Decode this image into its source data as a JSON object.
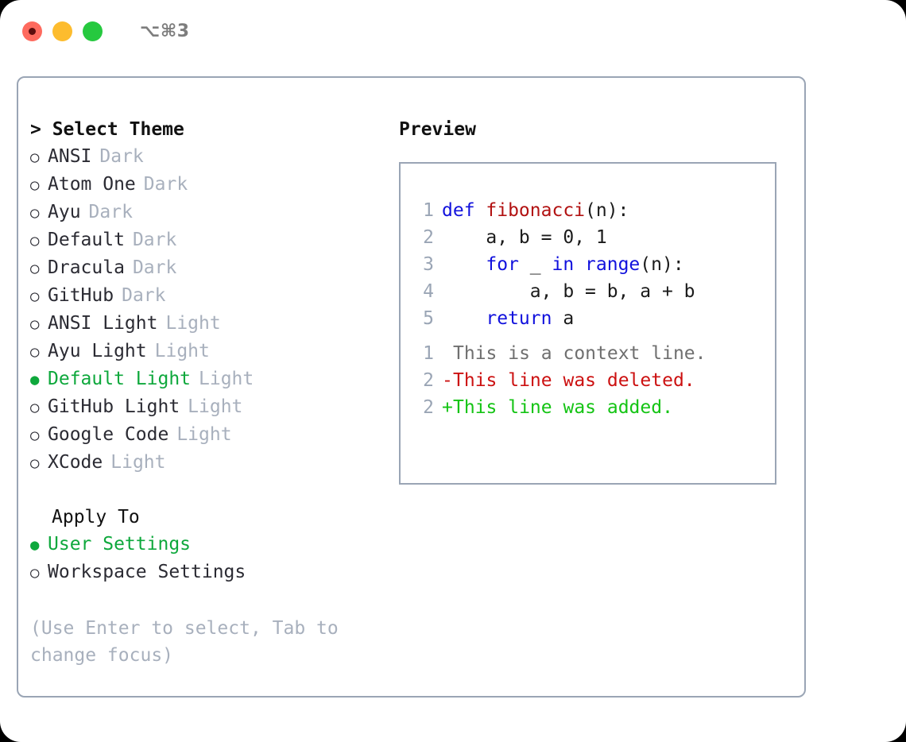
{
  "window": {
    "title": "⌥⌘3",
    "traffic_lights": [
      {
        "name": "close",
        "color": "#fe6a5e"
      },
      {
        "name": "minimize",
        "color": "#fdbc2e"
      },
      {
        "name": "zoom",
        "color": "#26c93f"
      }
    ]
  },
  "colors": {
    "accent_selected": "#0ea83c",
    "muted": "#a8b0bd",
    "border": "#9aa5b5",
    "text": "#2b2b33",
    "keyword": "#1111dd",
    "function": "#b21212",
    "diff_add": "#14c414",
    "diff_del": "#cc1111",
    "diff_context": "#6f6f6f"
  },
  "theme_picker": {
    "header": "> Select Theme",
    "selected_bullet": "●",
    "unselected_bullet": "○",
    "items": [
      {
        "label": "ANSI",
        "tag": "Dark",
        "selected": false
      },
      {
        "label": "Atom One",
        "tag": "Dark",
        "selected": false
      },
      {
        "label": "Ayu",
        "tag": "Dark",
        "selected": false
      },
      {
        "label": "Default",
        "tag": "Dark",
        "selected": false
      },
      {
        "label": "Dracula",
        "tag": "Dark",
        "selected": false
      },
      {
        "label": "GitHub",
        "tag": "Dark",
        "selected": false
      },
      {
        "label": "ANSI Light",
        "tag": "Light",
        "selected": false
      },
      {
        "label": "Ayu Light",
        "tag": "Light",
        "selected": false
      },
      {
        "label": "Default Light",
        "tag": "Light",
        "selected": true
      },
      {
        "label": "GitHub Light",
        "tag": "Light",
        "selected": false
      },
      {
        "label": "Google Code",
        "tag": "Light",
        "selected": false
      },
      {
        "label": "XCode",
        "tag": "Light",
        "selected": false
      }
    ]
  },
  "apply_to": {
    "header": "Apply To",
    "items": [
      {
        "label": "User Settings",
        "selected": true
      },
      {
        "label": "Workspace Settings",
        "selected": false
      }
    ]
  },
  "hint": "(Use Enter to select, Tab to change focus)",
  "preview": {
    "title": "Preview",
    "code_lines": [
      {
        "number": "1",
        "tokens": [
          {
            "text": "def ",
            "kind": "kw"
          },
          {
            "text": "fibonacci",
            "kind": "fn"
          },
          {
            "text": "(n):",
            "kind": "plain"
          }
        ]
      },
      {
        "number": "2",
        "tokens": [
          {
            "text": "    a, b = 0, 1",
            "kind": "plain"
          }
        ]
      },
      {
        "number": "3",
        "tokens": [
          {
            "text": "    ",
            "kind": "plain"
          },
          {
            "text": "for",
            "kind": "kw"
          },
          {
            "text": " _ ",
            "kind": "plain"
          },
          {
            "text": "in",
            "kind": "kw"
          },
          {
            "text": " ",
            "kind": "plain"
          },
          {
            "text": "range",
            "kind": "builtin"
          },
          {
            "text": "(n):",
            "kind": "plain"
          }
        ]
      },
      {
        "number": "4",
        "tokens": [
          {
            "text": "        a, b = b, a + b",
            "kind": "plain"
          }
        ]
      },
      {
        "number": "5",
        "tokens": [
          {
            "text": "    ",
            "kind": "plain"
          },
          {
            "text": "return",
            "kind": "kw"
          },
          {
            "text": " a",
            "kind": "plain"
          }
        ]
      }
    ],
    "diff_lines": [
      {
        "number": "1",
        "sign": " ",
        "text": "This is a context line.",
        "kind": "context"
      },
      {
        "number": "2",
        "sign": "-",
        "text": "This line was deleted.",
        "kind": "del"
      },
      {
        "number": "2",
        "sign": "+",
        "text": "This line was added.",
        "kind": "add"
      }
    ]
  }
}
